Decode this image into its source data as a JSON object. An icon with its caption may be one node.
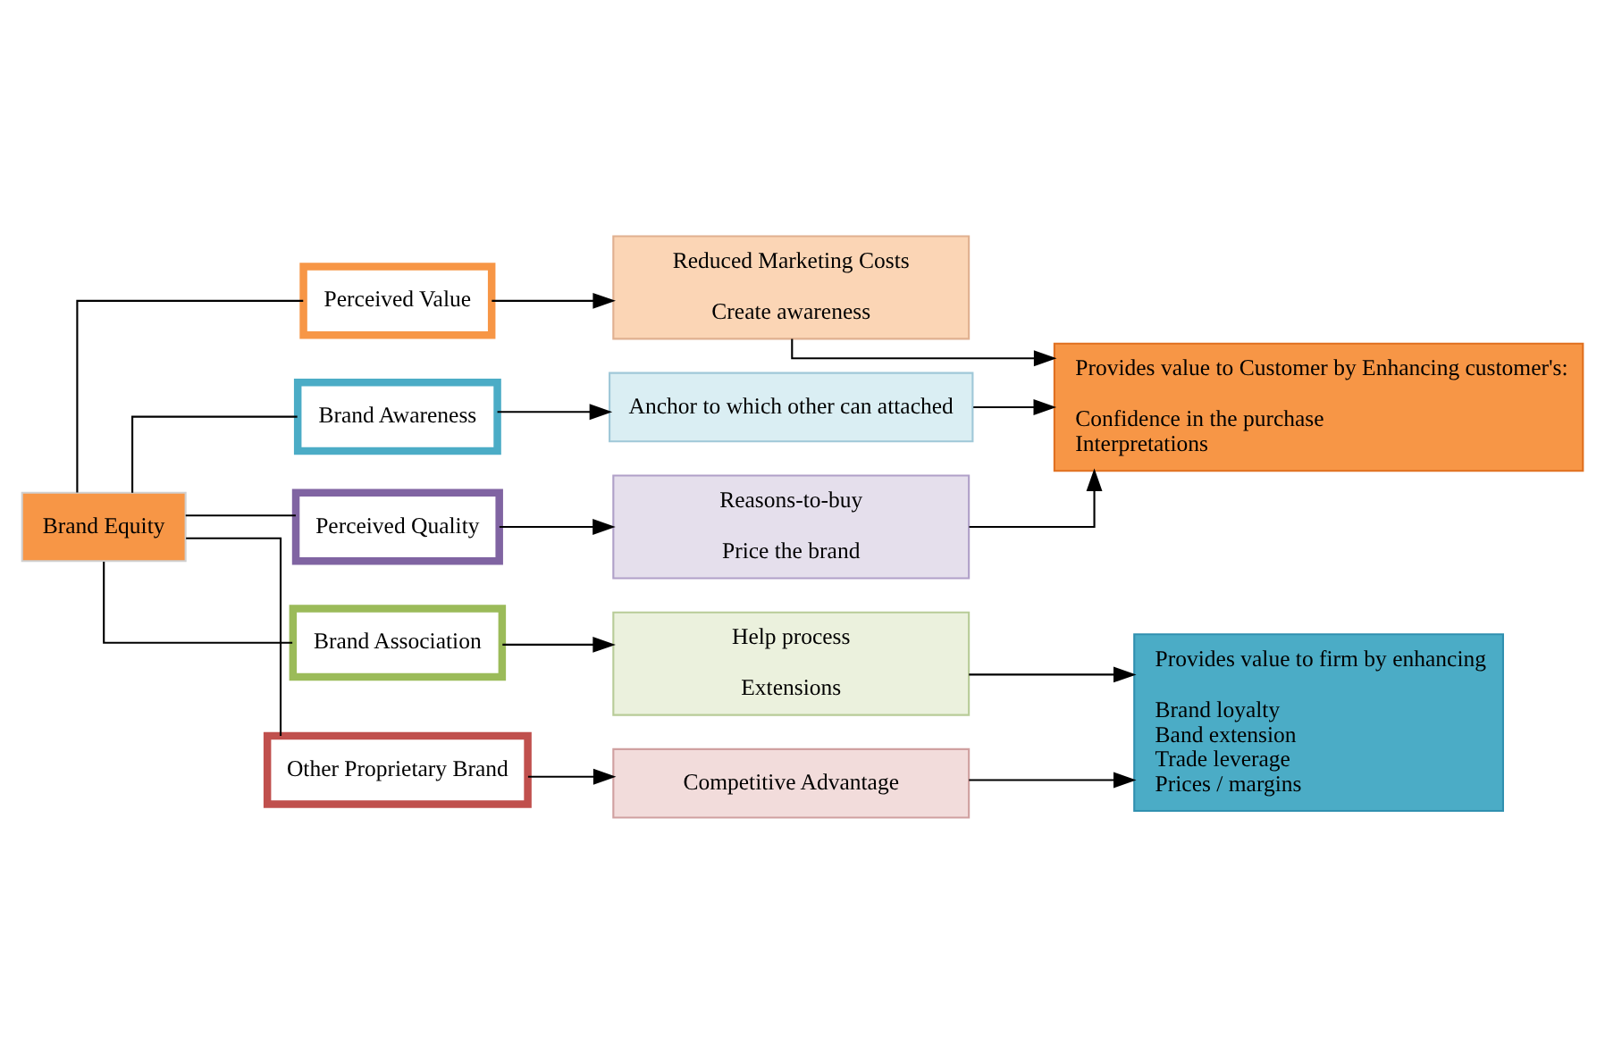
{
  "diagram": {
    "nodes": [
      {
        "text": [
          "Brand Equity"
        ]
      },
      {
        "text": [
          "Perceived Value"
        ]
      },
      {
        "text": [
          "Brand Awareness"
        ]
      },
      {
        "text": [
          "Perceived Quality"
        ]
      },
      {
        "text": [
          "Brand Association"
        ]
      },
      {
        "text": [
          "Other Proprietary Brand"
        ]
      },
      {
        "text": [
          "Reduced Marketing Costs",
          "Create awareness"
        ]
      },
      {
        "text": [
          "Anchor to which other can attached"
        ]
      },
      {
        "text": [
          "Reasons-to-buy",
          "Price the brand"
        ]
      },
      {
        "text": [
          "Help process",
          "Extensions"
        ]
      },
      {
        "text": [
          "Competitive Advantage"
        ]
      },
      {
        "text": [
          "Provides value to Customer by Enhancing customer's:",
          "Confidence in the purchase",
          "Interpretations"
        ]
      },
      {
        "text": [
          "Provides value to firm by enhancing",
          "Brand loyalty",
          "Band extension",
          "Trade leverage",
          "Prices / margins"
        ]
      }
    ],
    "edges": [
      {
        "from": 0,
        "to": 1,
        "arrow": "none"
      },
      {
        "from": 0,
        "to": 2,
        "arrow": "none"
      },
      {
        "from": 0,
        "to": 3,
        "arrow": "none"
      },
      {
        "from": 0,
        "to": 4,
        "arrow": "none"
      },
      {
        "from": 0,
        "to": 5,
        "arrow": "none"
      },
      {
        "from": 1,
        "to": 6,
        "arrow": "to"
      },
      {
        "from": 2,
        "to": 7,
        "arrow": "to"
      },
      {
        "from": 3,
        "to": 8,
        "arrow": "to"
      },
      {
        "from": 4,
        "to": 9,
        "arrow": "to"
      },
      {
        "from": 5,
        "to": 10,
        "arrow": "to"
      },
      {
        "from": 6,
        "to": 11,
        "arrow": "to"
      },
      {
        "from": 7,
        "to": 11,
        "arrow": "to"
      },
      {
        "from": 8,
        "to": 11,
        "arrow": "to"
      },
      {
        "from": 9,
        "to": 12,
        "arrow": "to"
      },
      {
        "from": 10,
        "to": 12,
        "arrow": "to"
      }
    ]
  }
}
